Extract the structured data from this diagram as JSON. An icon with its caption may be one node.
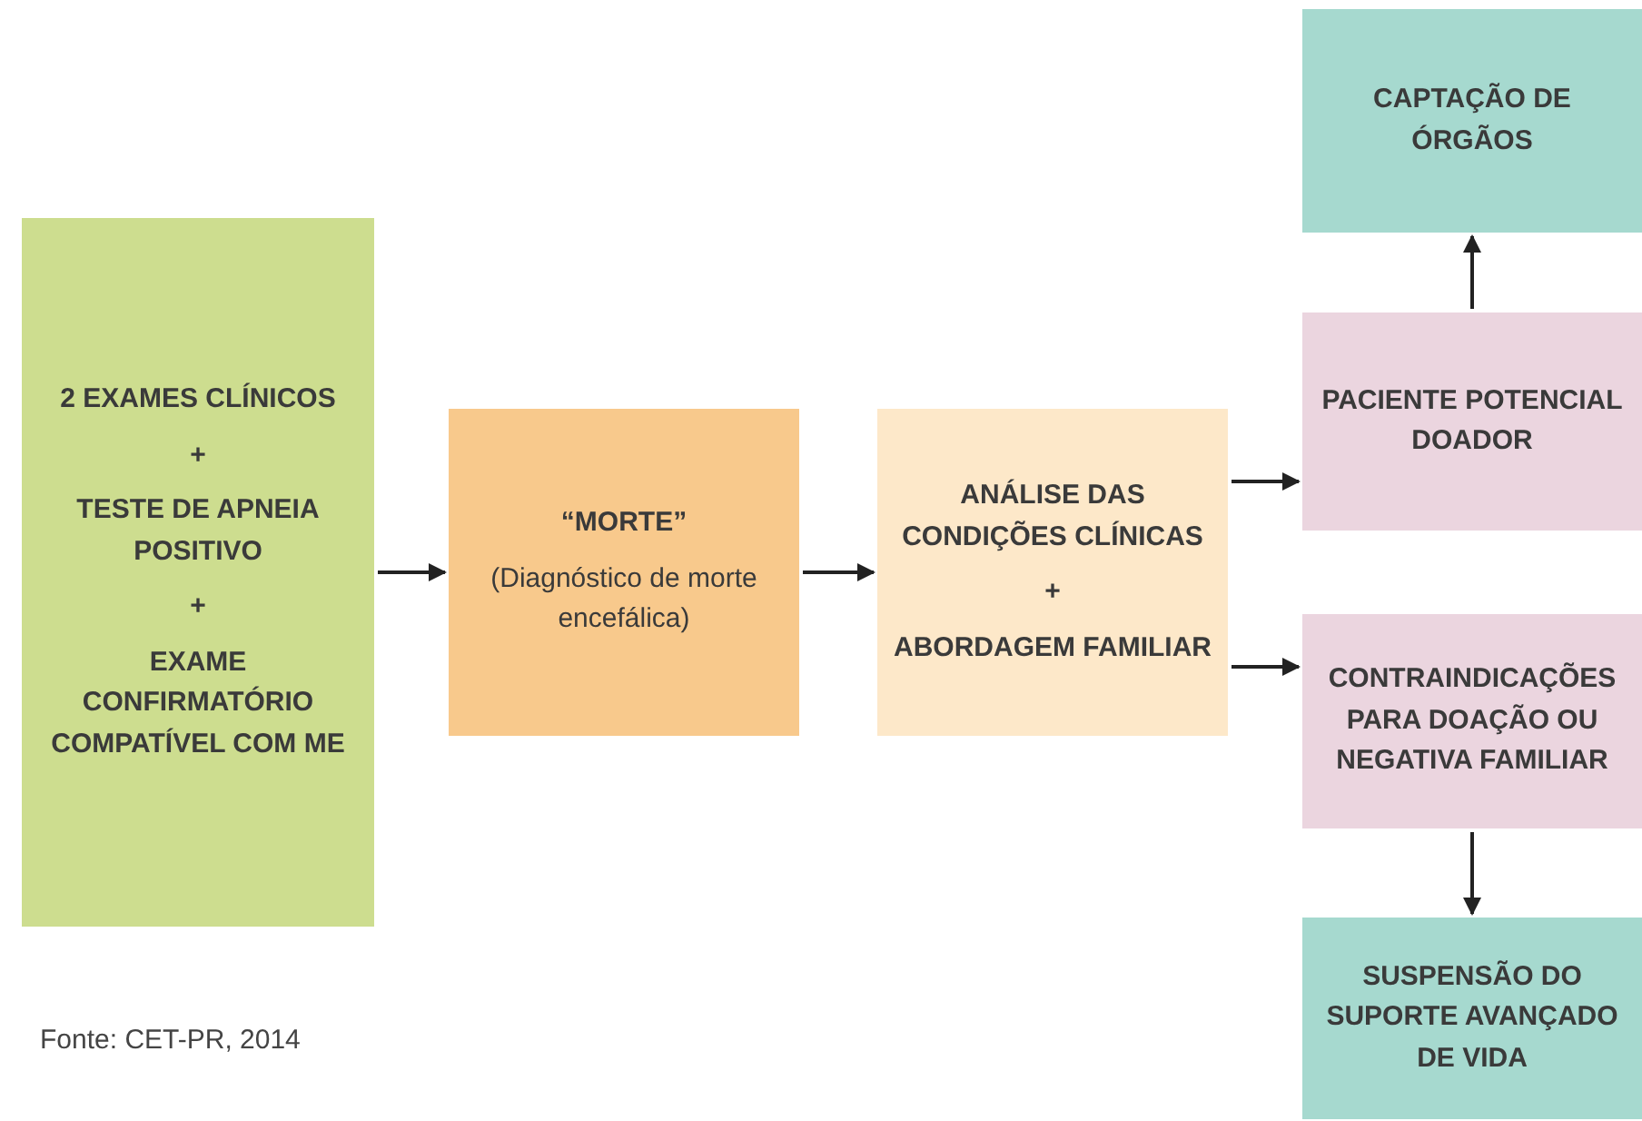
{
  "diagram": {
    "nodes": [
      {
        "text": [
          "2 EXAMES CLÍNICOS",
          "+",
          "TESTE DE APNEIA POSITIVO",
          "+",
          "EXAME CONFIRMATÓRIO COMPATÍVEL COM ME"
        ]
      },
      {
        "text": [
          "“MORTE”",
          "(Diagnóstico de morte encefálica)"
        ]
      },
      {
        "text": [
          "ANÁLISE DAS CONDIÇÕES CLÍNICAS",
          "+",
          "ABORDAGEM FAMILIAR"
        ]
      },
      {
        "text": [
          "CAPTAÇÃO DE ÓRGÃOS"
        ]
      },
      {
        "text": [
          "PACIENTE POTENCIAL DOADOR"
        ]
      },
      {
        "text": [
          "CONTRAINDICAÇÕES PARA DOAÇÃO OU NEGATIVA FAMILIAR"
        ]
      },
      {
        "text": [
          "SUSPENSÃO DO SUPORTE AVANÇADO DE VIDA"
        ]
      }
    ],
    "edges": [
      {
        "from": 0,
        "to": 1,
        "arrow": "to"
      },
      {
        "from": 1,
        "to": 2,
        "arrow": "to"
      },
      {
        "from": 2,
        "to": 4,
        "arrow": "to"
      },
      {
        "from": 2,
        "to": 5,
        "arrow": "to"
      },
      {
        "from": 4,
        "to": 3,
        "arrow": "to"
      },
      {
        "from": 5,
        "to": 6,
        "arrow": "to"
      }
    ],
    "labels": [
      "Fonte: CET-PR, 2014"
    ]
  }
}
